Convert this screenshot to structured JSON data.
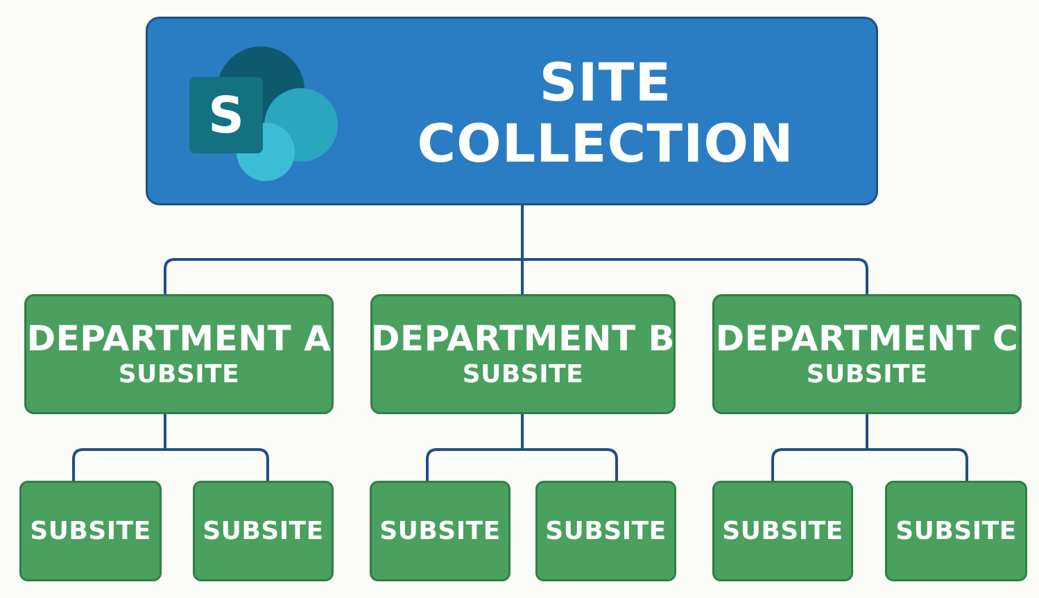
{
  "root": {
    "title_line1": "SITE",
    "title_line2": "COLLECTION",
    "logo_letter": "S",
    "logo_icon": "sharepoint-logo-icon"
  },
  "departments": [
    {
      "name": "DEPARTMENT A",
      "type": "SUBSITE",
      "children": [
        "SUBSITE",
        "SUBSITE"
      ]
    },
    {
      "name": "DEPARTMENT B",
      "type": "SUBSITE",
      "children": [
        "SUBSITE",
        "SUBSITE"
      ]
    },
    {
      "name": "DEPARTMENT C",
      "type": "SUBSITE",
      "children": [
        "SUBSITE",
        "SUBSITE"
      ]
    }
  ],
  "colors": {
    "root_fill": "#2a7cc3",
    "node_fill": "#4aa05f",
    "connector": "#1f4f86",
    "background": "#fbfbf7"
  }
}
